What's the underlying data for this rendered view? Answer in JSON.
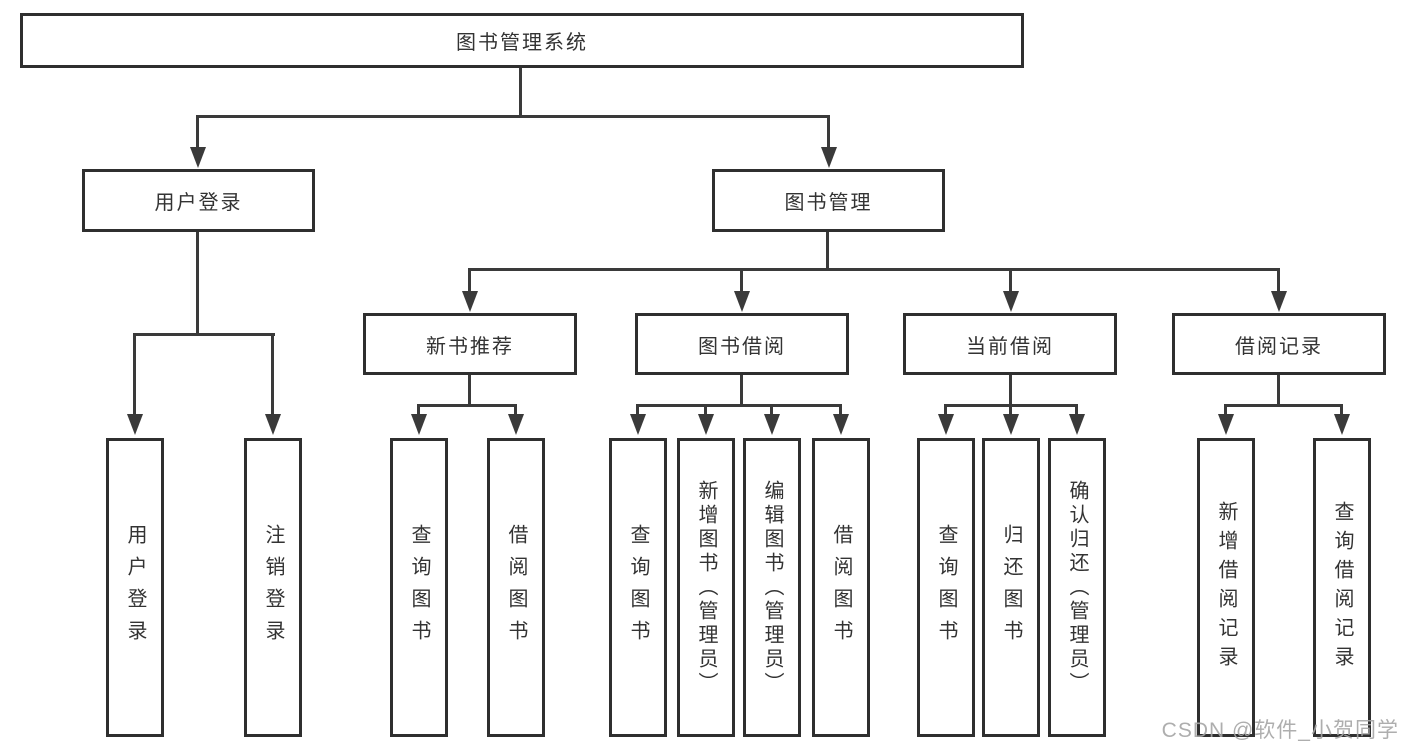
{
  "diagram": {
    "root": {
      "label": "图书管理系统"
    },
    "level2": {
      "user_login": {
        "label": "用户登录"
      },
      "book_management": {
        "label": "图书管理"
      }
    },
    "level3": {
      "new_book_recommend": {
        "label": "新书推荐"
      },
      "book_borrow": {
        "label": "图书借阅"
      },
      "current_borrow": {
        "label": "当前借阅"
      },
      "borrow_records": {
        "label": "借阅记录"
      }
    },
    "leaves": {
      "user_login": [
        "用户登录",
        "注销登录"
      ],
      "new_book_recommend": [
        "查询图书",
        "借阅图书"
      ],
      "book_borrow": [
        "查询图书",
        "新增图书（管理员）",
        "编辑图书（管理员）",
        "借阅图书"
      ],
      "current_borrow": [
        "查询图书",
        "归还图书",
        "确认归还（管理员）"
      ],
      "borrow_records": [
        "新增借阅记录",
        "查询借阅记录"
      ]
    }
  },
  "watermark": "CSDN @软件_小贺同学",
  "colors": {
    "line": "#3a3a3a",
    "box_border": "#2f2f2f",
    "text": "#333333",
    "watermark": "#a5a5a5",
    "background": "#ffffff"
  }
}
